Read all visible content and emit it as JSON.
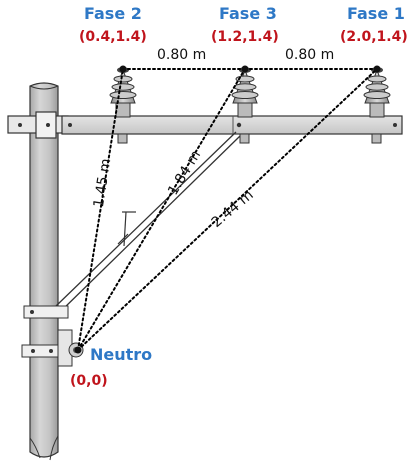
{
  "phases": [
    {
      "name": "Fase 2",
      "coord": "(0.4,1.4)"
    },
    {
      "name": "Fase 3",
      "coord": "(1.2,1.4)"
    },
    {
      "name": "Fase 1",
      "coord": "(2.0,1.4)"
    }
  ],
  "neutral": {
    "name": "Neutro",
    "coord": "(0,0)"
  },
  "distances": {
    "f2_f3": "0.80 m",
    "f3_f1": "0.80 m",
    "n_f2": "1.45 m",
    "n_f3": "1.84 m",
    "n_f1": "2.44 m"
  },
  "colors": {
    "phase_name": "#2e78c6",
    "coordinate": "#c0141c",
    "pole": "#c9c9c9",
    "crossarm": "#d7d7d7",
    "dotted_line": "#000000"
  }
}
